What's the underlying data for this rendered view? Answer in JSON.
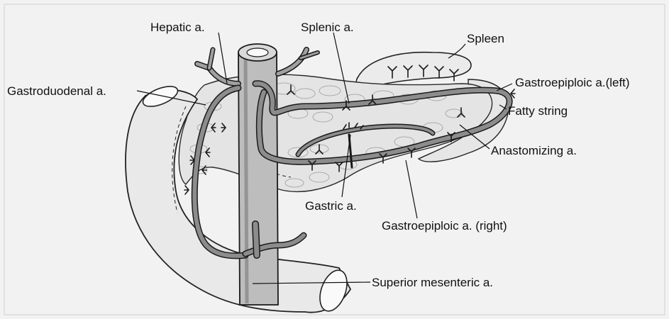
{
  "labels": {
    "hepatic": "Hepatic a.",
    "splenic": "Splenic a.",
    "spleen": "Spleen",
    "gastroduodenal": "Gastroduodenal a.",
    "gastroepiploic_left": "Gastroepiploic a.(left)",
    "fatty_string": "Fatty string",
    "anastomizing": "Anastomizing a.",
    "gastric": "Gastric a.",
    "gastroepiploic_right": "Gastroepiploic a. (right)",
    "superior_mesenteric": "Superior mesenteric a."
  },
  "colors": {
    "background": "#f2f2f2",
    "ink": "#1a1a1a",
    "vessel_fill": "#8c8c8c",
    "organ_fill": "#e8e8e8"
  }
}
